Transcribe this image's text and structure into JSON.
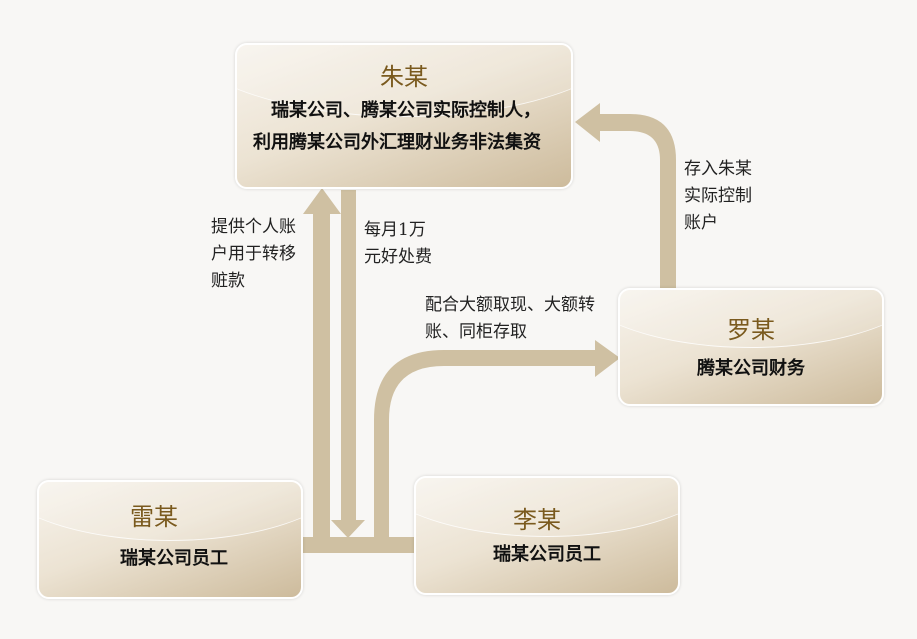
{
  "nodes": {
    "zhu": {
      "name": "朱某",
      "desc": "　瑞某公司、腾某公司实际控制人，利用腾某公司外汇理财业务非法集资"
    },
    "luo": {
      "name": "罗某",
      "desc": "腾某公司财务"
    },
    "lei": {
      "name": "雷某",
      "desc": "瑞某公司员工"
    },
    "li": {
      "name": "李某",
      "desc": "瑞某公司员工"
    }
  },
  "edges": {
    "lei_to_zhu": "提供个人账户用于转移赃款",
    "zhu_to_lei": "每月1万元好处费",
    "li_to_luo": "配合大额取现、大额转账、同柜存取",
    "luo_to_zhu": "存入朱某实际控制账户"
  },
  "colors": {
    "arrow": "#cfc0a2",
    "name": "#7a5a1e"
  }
}
